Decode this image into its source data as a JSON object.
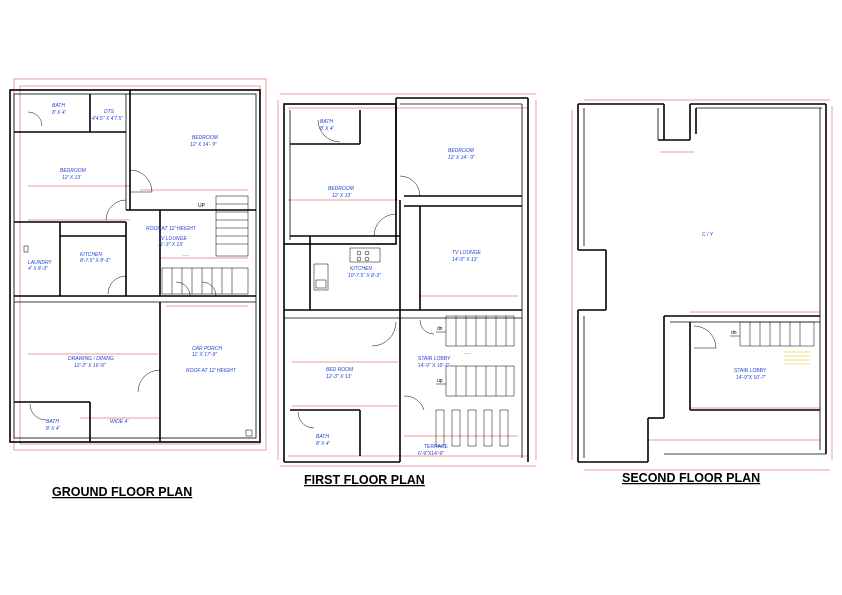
{
  "plans": [
    {
      "id": "ground",
      "title": "GROUND FLOOR PLAN",
      "rooms": {
        "bath1": "BATH",
        "bath1_size": "8' X 4'",
        "dts": "DTS",
        "dts_size": "4'4.5\" X 4'7.5\"",
        "bedroom1": "BEDROOM",
        "bedroom1_size": "12' X 14'- 9\"",
        "bedroom2": "BEDROOM",
        "bedroom2_size": "12' X 13'",
        "roof1": "ROOF AT 12' HEIGHT",
        "up": "UP",
        "tv": "TV LOUNGE",
        "tv_size": "11'-3\" X 13'",
        "laundry": "LAUNDRY",
        "laundry_size": "4' X 8'-3\"",
        "kitchen": "KITCHEN",
        "kitchen_size": "8'-7.5\" X 8'-3\"",
        "drawing": "DRAWING / DINING",
        "drawing_size": "12'-3\" X 16'-9\"",
        "porch": "CAR PORCH",
        "porch_size": "11' X 17'-9\"",
        "roof2": "ROOF AT 12' HEIGHT",
        "bath2": "BATH",
        "bath2_size": "8' X 4'",
        "wide": "WIDE 4'"
      }
    },
    {
      "id": "first",
      "title": "FIRST FLOOR PLAN",
      "rooms": {
        "bath1": "BATH",
        "bath1_size": "8' X 4'",
        "bedroom1": "BEDROOM",
        "bedroom1_size": "12' X 14'- 9\"",
        "bedroom2": "BEDROOM",
        "bedroom2_size": "12' X 13'",
        "kitchen": "KITCHEN",
        "kitchen_size": "10'-7.5\" X 8'-3\"",
        "tv": "TV LOUNGE",
        "tv_size": "14'-9\" X 13'",
        "bedroom3": "BED ROOM",
        "bedroom3_size": "12'-3\" X 13'",
        "dn": "dn",
        "up": "up",
        "stair": "STAIR LOBBY",
        "stair_size": "14'-9\" X 10'-7\"",
        "bath2": "BATH",
        "bath2_size": "8' X 4'",
        "terrace": "TERRACE",
        "terrace_size": "6'-9\"X14'-9\""
      }
    },
    {
      "id": "second",
      "title": "SECOND FLOOR PLAN",
      "rooms": {
        "cy": "C / Y",
        "dn": "dn",
        "stair": "STAIR LOBBY",
        "stair_size": "14'-9\"X 10'-7\""
      }
    }
  ]
}
